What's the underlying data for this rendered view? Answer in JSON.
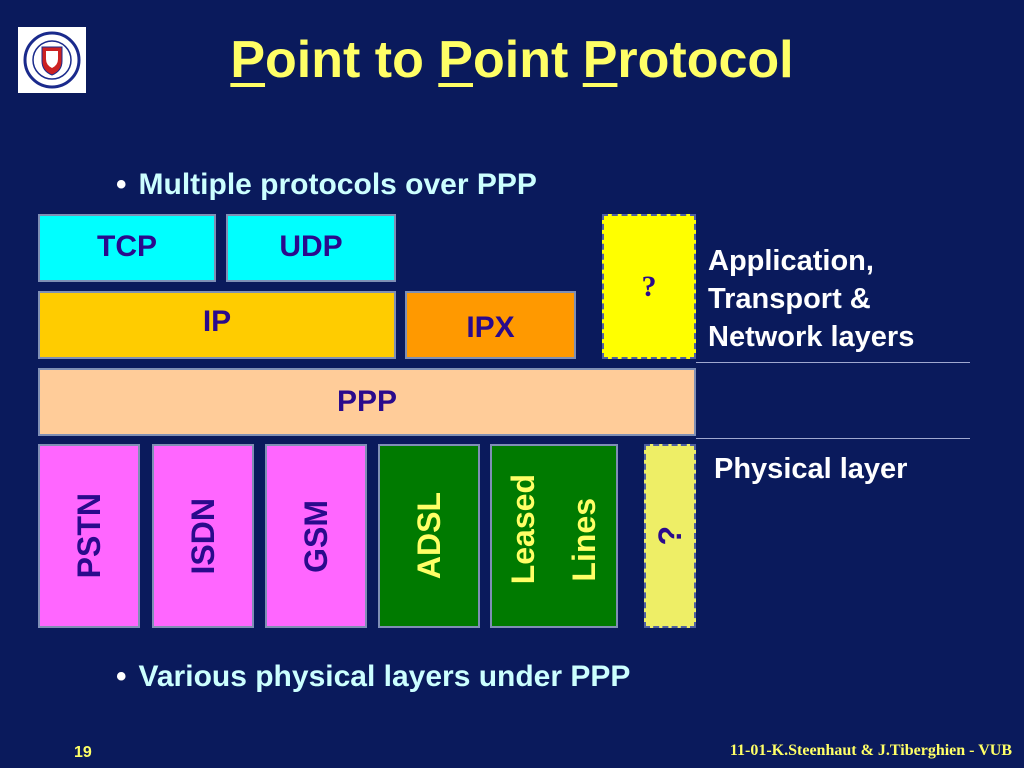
{
  "title": {
    "p1": "P",
    "rest1": "oint to ",
    "p2": "P",
    "rest2": "oint ",
    "p3": "P",
    "rest3": "rotocol"
  },
  "bullets": {
    "top": "Multiple protocols over PPP",
    "bottom": "Various physical layers under PPP",
    "marker": "•"
  },
  "upper": {
    "tcp": "TCP",
    "udp": "UDP",
    "ip": "IP",
    "ipx": "IPX",
    "unknown": "?"
  },
  "ppp": "PPP",
  "physical": {
    "pstn": "PSTN",
    "isdn": "ISDN",
    "gsm": "GSM",
    "adsl": "ADSL",
    "leased1": "Leased",
    "leased2": "Lines",
    "unknown": "?"
  },
  "labels": {
    "upper_line1": "Application,",
    "upper_line2": "Transport &",
    "upper_line3": "Network layers",
    "physical": "Physical layer"
  },
  "footer": {
    "slide_number": "19",
    "credit": "11-01-K.Steenhaut & J.Tiberghien - VUB"
  },
  "colors": {
    "background": "#0a1a5c",
    "title": "#ffff66",
    "tcp_udp": "#00ffff",
    "ip": "#ffcc00",
    "ipx": "#ff9900",
    "ppp": "#ffcc99",
    "pstn_isdn_gsm": "#ff66ff",
    "adsl_leased": "#007a00",
    "unknown_top": "#ffff00",
    "unknown_bottom": "#eeee66"
  }
}
